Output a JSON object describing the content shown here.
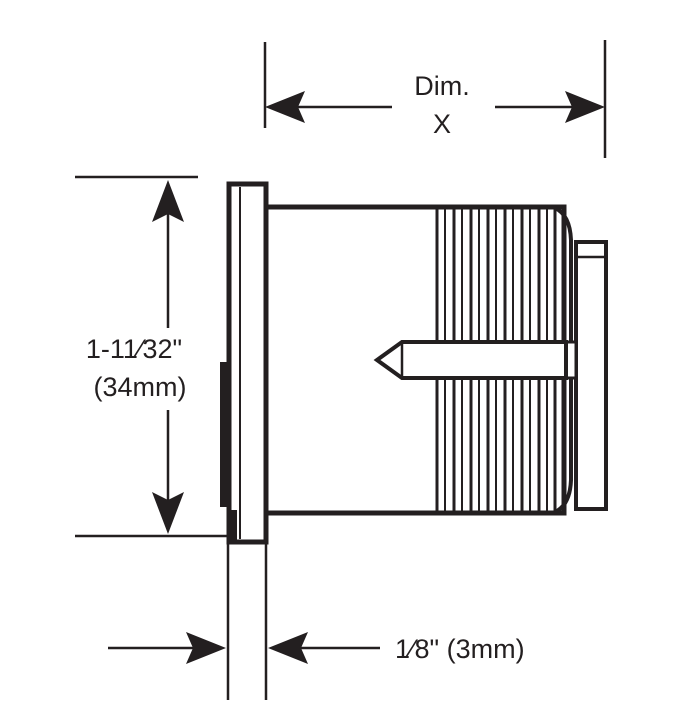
{
  "dimensions": {
    "width_label_line1": "Dim.",
    "width_label_line2": "X",
    "height_label_line1": "1-11⁄32\"",
    "height_label_line2": "(34mm)",
    "flange_label": "1⁄8\"  (3mm)"
  },
  "colors": {
    "ink": "#231f20",
    "background": "#ffffff"
  }
}
